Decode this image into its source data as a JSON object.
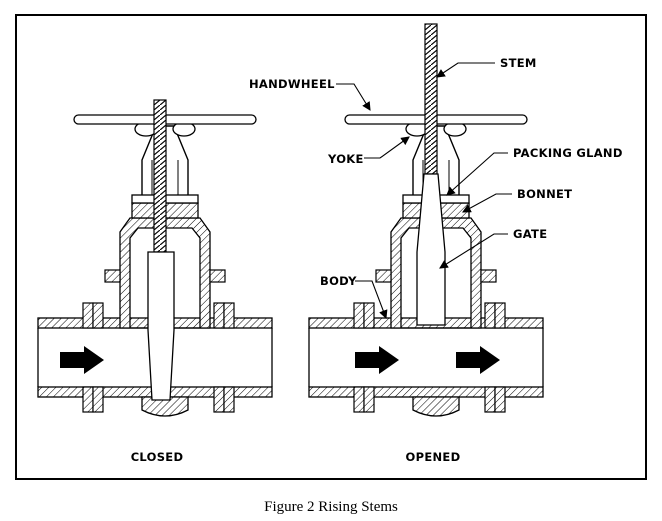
{
  "figure": {
    "caption": "Figure 2  Rising Stems",
    "labels": {
      "handwheel": "HANDWHEEL",
      "stem": "STEM",
      "yoke": "YOKE",
      "packing_gland": "PACKING GLAND",
      "bonnet": "BONNET",
      "gate": "GATE",
      "body": "BODY"
    },
    "states": {
      "closed": "CLOSED",
      "opened": "OPENED"
    }
  },
  "colors": {
    "ink": "#000000",
    "paper": "#ffffff"
  }
}
